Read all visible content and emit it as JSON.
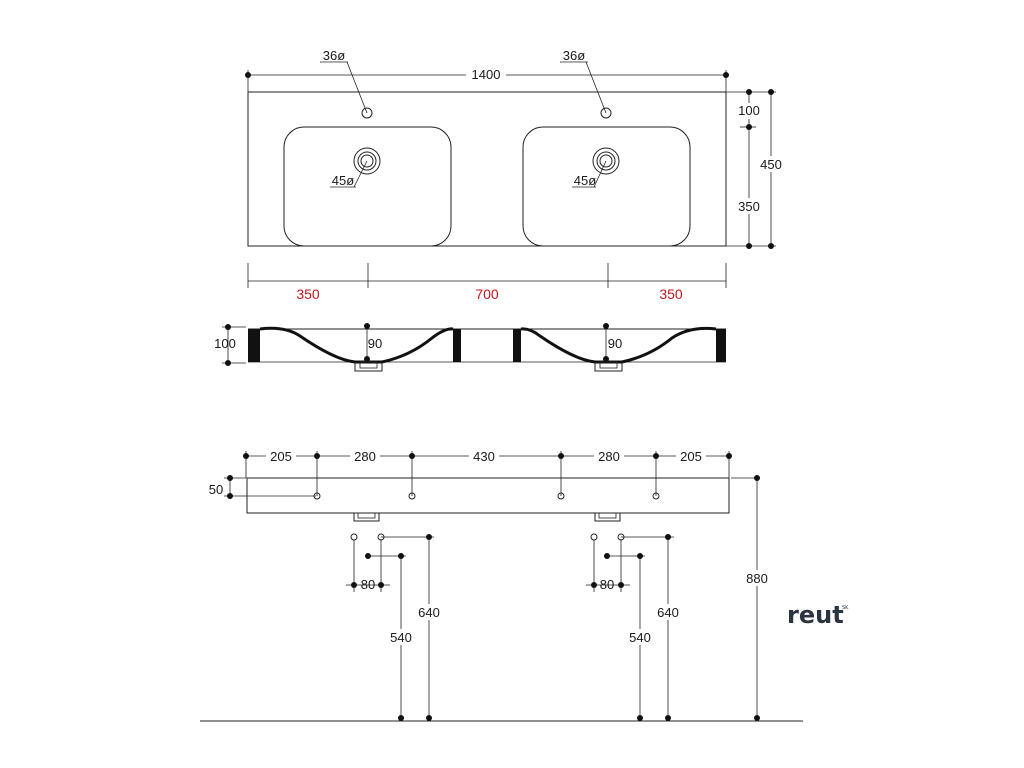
{
  "top_view": {
    "overall_width": "1400",
    "tap_hole": "36ø",
    "tap_hole_2": "36ø",
    "drain": "45ø",
    "drain_2": "45ø",
    "depth_total": "450",
    "rim_offset": "100",
    "bowl_depth": "350",
    "split_left": "350",
    "split_mid": "700",
    "split_right": "350",
    "split_color": "#c0161c"
  },
  "section_view": {
    "height": "100",
    "bowl_depth_left": "90",
    "bowl_depth_right": "90"
  },
  "front_view": {
    "segments": [
      "205",
      "280",
      "430",
      "280",
      "205"
    ],
    "hole_height": "50",
    "install_height": "880",
    "left_group": {
      "spacing": "80",
      "h1": "540",
      "h2": "640"
    },
    "right_group": {
      "spacing": "80",
      "h1": "540",
      "h2": "640"
    }
  },
  "brand": {
    "logo": "reut",
    "logo_suffix": "SK"
  }
}
